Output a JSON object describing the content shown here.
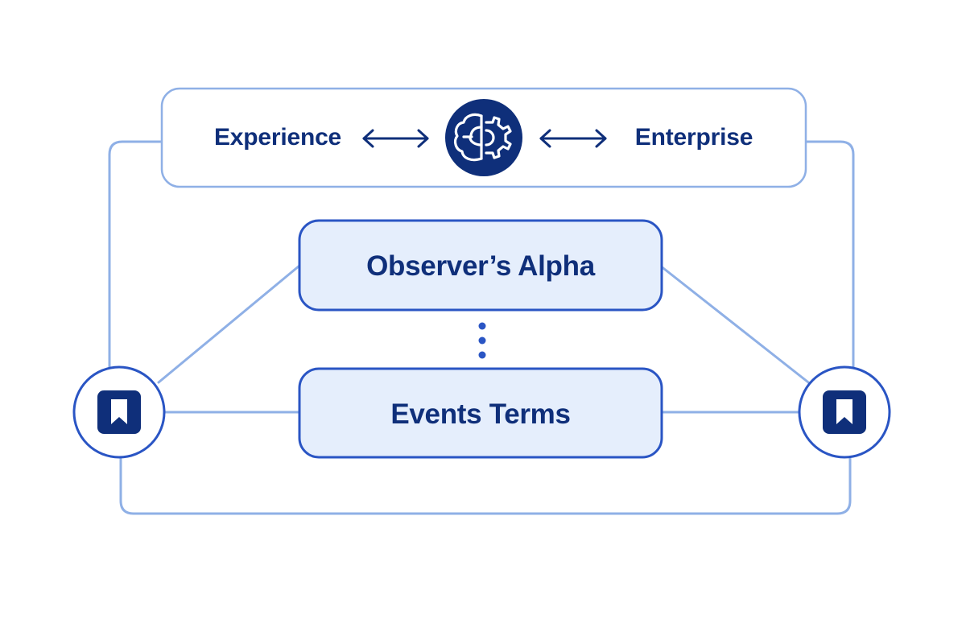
{
  "header": {
    "left_label": "Experience",
    "right_label": "Enterprise",
    "center_icon": "brain-gear-icon"
  },
  "boxes": [
    {
      "label": "Observer’s Alpha"
    },
    {
      "label": "Events Terms"
    }
  ],
  "nodes": {
    "left_icon": "bookmark-icon",
    "right_icon": "bookmark-icon"
  },
  "colors": {
    "dark_navy": "#0f2f7a",
    "primary_blue": "#2a55c4",
    "light_line": "#8fb0e6",
    "box_fill": "#e5eefc"
  }
}
